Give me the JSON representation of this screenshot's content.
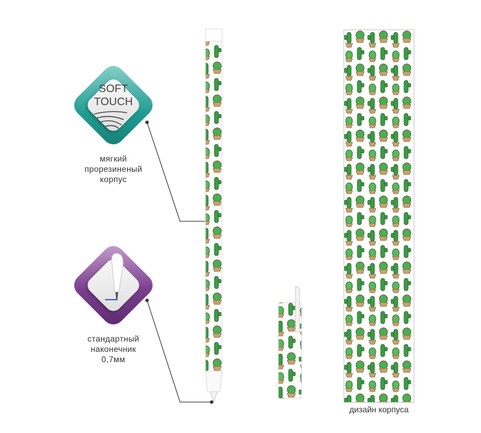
{
  "badges": [
    {
      "title_line1": "SOFT",
      "title_line2": "TOUCH",
      "caption": [
        "мягкий",
        "прорезиненый",
        "корпус"
      ],
      "color": "#1f9c92"
    },
    {
      "caption": [
        "стандартный",
        "наконечник",
        "0,7мм"
      ],
      "color": "#7a3f8d"
    }
  ],
  "design_label": "дизайн корпуса"
}
